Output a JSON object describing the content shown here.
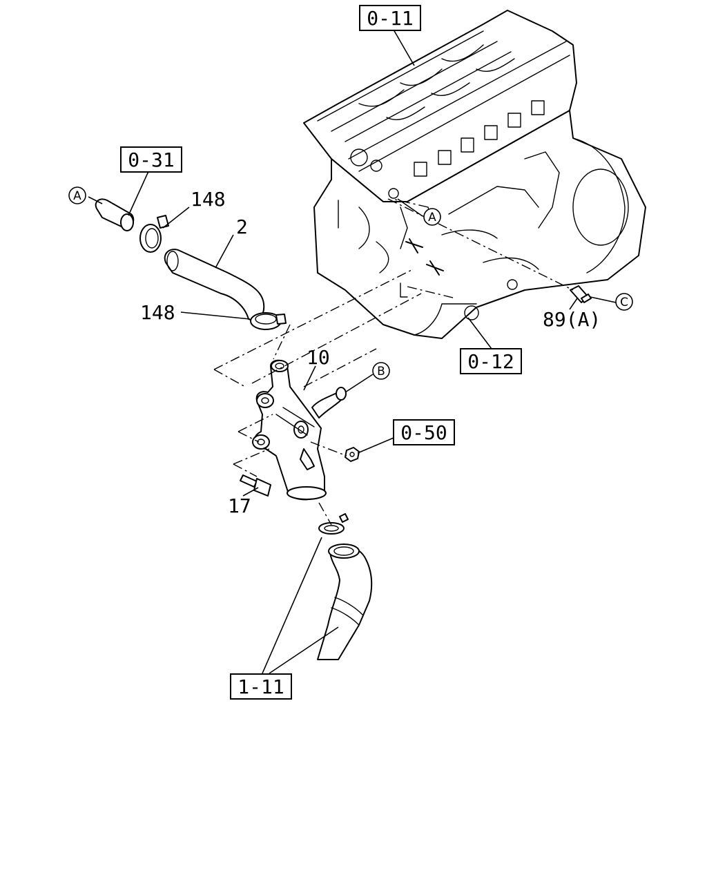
{
  "ref_boxes": [
    {
      "id": "0-11",
      "text": "0-11"
    },
    {
      "id": "0-31",
      "text": "0-31"
    },
    {
      "id": "0-12",
      "text": "0-12"
    },
    {
      "id": "0-50",
      "text": "0-50"
    },
    {
      "id": "1-11",
      "text": "1-11"
    }
  ],
  "part_numbers": [
    {
      "id": "p148a",
      "text": "148"
    },
    {
      "id": "p2",
      "text": "2"
    },
    {
      "id": "p148b",
      "text": "148"
    },
    {
      "id": "p10",
      "text": "10"
    },
    {
      "id": "p17",
      "text": "17"
    },
    {
      "id": "p89",
      "text": "89(A)"
    }
  ],
  "connectors": [
    {
      "id": "A1",
      "text": "A"
    },
    {
      "id": "A2",
      "text": "A"
    },
    {
      "id": "B",
      "text": "B"
    },
    {
      "id": "C",
      "text": "C"
    }
  ]
}
